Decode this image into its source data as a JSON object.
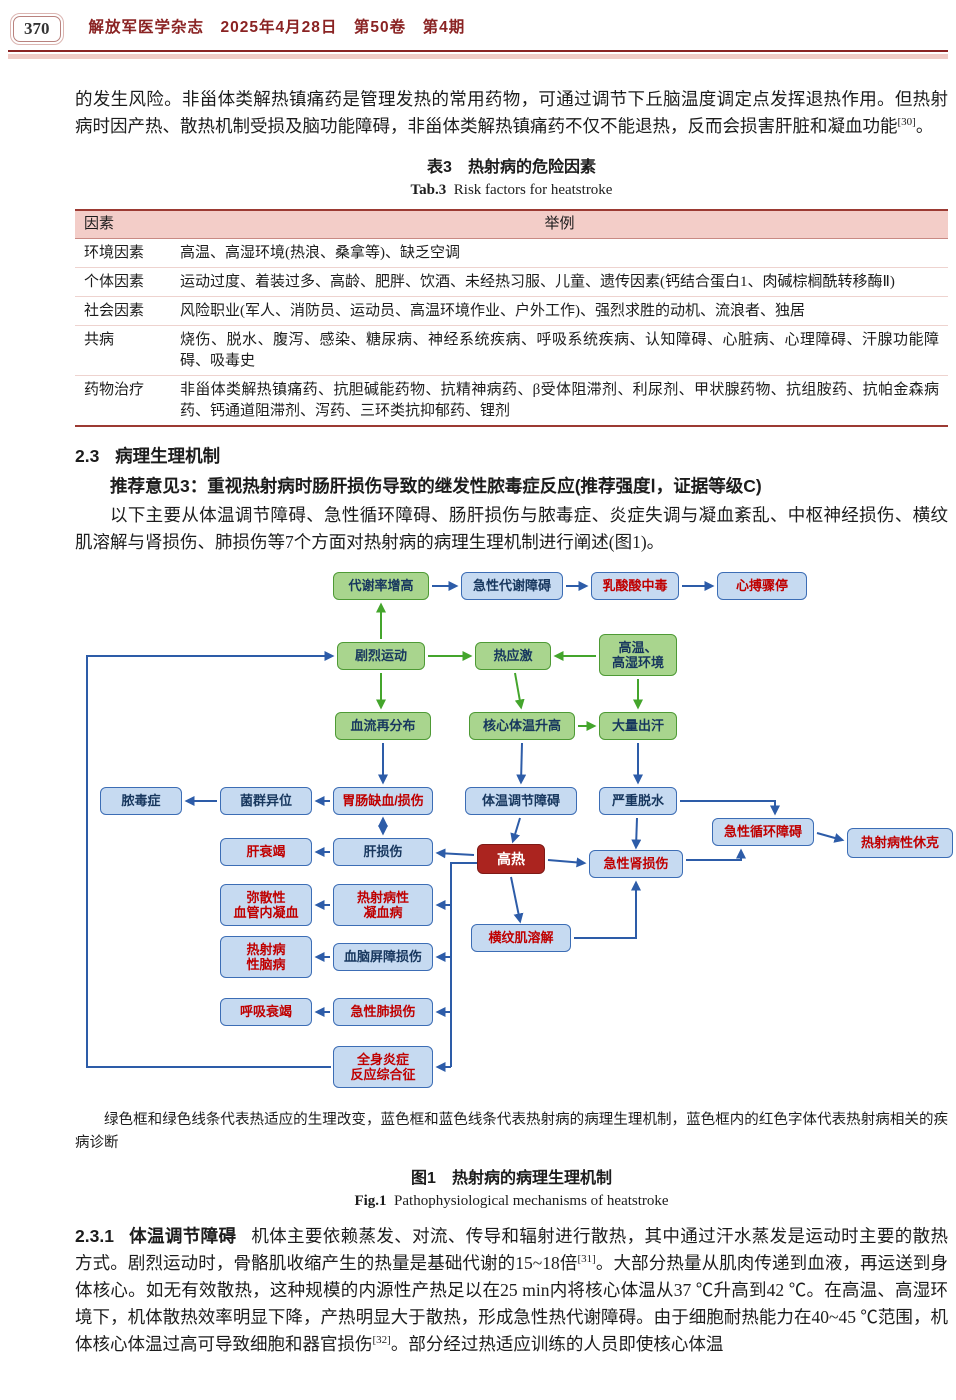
{
  "page": {
    "page_number": "370",
    "journal_header": "解放军医学杂志　2025年4月28日　第50卷　第4期"
  },
  "intro_paragraph": {
    "text_before_ref": "的发生风险。非甾体类解热镇痛药是管理发热的常用药物，可通过调节下丘脑温度调定点发挥退热作用。但热射病时因产热、散热机制受损及脑功能障碍，非甾体类解热镇痛药不仅不能退热，反而会损害肝脏和凝血功能",
    "ref": "[30]",
    "text_after_ref": "。"
  },
  "table": {
    "title_cn": "表3　热射病的危险因素",
    "title_en_label": "Tab.3",
    "title_en": "Risk factors for heatstroke",
    "headers": [
      "因素",
      "举例"
    ],
    "rows": [
      {
        "factor": "环境因素",
        "examples": "高温、高湿环境(热浪、桑拿等)、缺乏空调"
      },
      {
        "factor": "个体因素",
        "examples": "运动过度、着装过多、高龄、肥胖、饮酒、未经热习服、儿童、遗传因素(钙结合蛋白1、肉碱棕榈酰转移酶Ⅱ)"
      },
      {
        "factor": "社会因素",
        "examples": "风险职业(军人、消防员、运动员、高温环境作业、户外工作)、强烈求胜的动机、流浪者、独居"
      },
      {
        "factor": "共病",
        "examples": "烧伤、脱水、腹泻、感染、糖尿病、神经系统疾病、呼吸系统疾病、认知障碍、心脏病、心理障碍、汗腺功能障碍、吸毒史"
      },
      {
        "factor": "药物治疗",
        "examples": "非甾体类解热镇痛药、抗胆碱能药物、抗精神病药、β受体阻滞剂、利尿剂、甲状腺药物、抗组胺药、抗帕金森病药、钙通道阻滞剂、泻药、三环类抗抑郁药、锂剂"
      }
    ]
  },
  "section_2_3": {
    "number": "2.3",
    "title": "病理生理机制",
    "recommendation_label": "推荐意见3：",
    "recommendation_text": "重视热射病时肠肝损伤导致的继发性脓毒症反应(推荐强度Ⅰ，证据等级C)",
    "overview_text": "以下主要从体温调节障碍、急性循环障碍、肠肝损伤与脓毒症、炎症失调与凝血紊乱、中枢神经损伤、横纹肌溶解与肾损伤、肺损伤等7个方面对热射病的病理生理机制进行阐述(图1)。"
  },
  "figure": {
    "note": "绿色框和绿色线条代表热适应的生理改变，蓝色框和蓝色线条代表热射病的病理生理机制，蓝色框内的红色字体代表热射病相关的疾病诊断",
    "caption_cn": "图1　热射病的病理生理机制",
    "caption_en_label": "Fig.1",
    "caption_en": "Pathophysiological mechanisms of heatstroke",
    "colors": {
      "green_fill": "#a9d58e",
      "green_border": "#4e9a35",
      "arrow_green": "#44a52c",
      "blue_fill": "#c6daf1",
      "blue_border": "#3c6db5",
      "arrow_blue": "#2d5ca8",
      "diagnosis_red_text": "#c00000",
      "hyperthermia_fill": "#ab241f",
      "node_text_navy": "#17375e"
    },
    "nodes": {
      "metab_rate": "代谢率增高",
      "acute_metab_disorder": "急性代谢障碍",
      "lactic_acidosis": "乳酸酸中毒",
      "cardiac_arrest": "心搏骤停",
      "exercise": "剧烈运动",
      "heat_stress": "热应激",
      "hot_env": "高温、\n高湿环境",
      "blood_redistribution": "血流再分布",
      "core_temp_rise": "核心体温升高",
      "sweating": "大量出汗",
      "sepsis": "脓毒症",
      "bacterial_translocation": "菌群异位",
      "gi_ischemia_injury": "胃肠缺血/损伤",
      "thermoregulation_disorder": "体温调节障碍",
      "severe_dehydration": "严重脱水",
      "acute_circulatory_failure": "急性循环障碍",
      "heatstroke_shock": "热射病性休克",
      "liver_failure": "肝衰竭",
      "liver_injury": "肝损伤",
      "hyperthermia": "高热",
      "acute_kidney_injury": "急性肾损伤",
      "dic": "弥散性\n血管内凝血",
      "heatstroke_coagulopathy": "热射病性\n凝血病",
      "rhabdomyolysis": "横纹肌溶解",
      "heatstroke_encephalopathy": "热射病\n性脑病",
      "bbb_injury": "血脑屏障损伤",
      "respiratory_failure": "呼吸衰竭",
      "acute_lung_injury": "急性肺损伤",
      "sirs": "全身炎症\n反应综合征"
    }
  },
  "section_2_3_1": {
    "number": "2.3.1",
    "title": "体温调节障碍",
    "text_1": "机体主要依赖蒸发、对流、传导和辐射进行散热，其中通过汗水蒸发是运动时主要的散热方式。剧烈运动时，骨骼肌收缩产生的热量是基础代谢的15~18倍",
    "ref_1": "[31]",
    "text_2": "。大部分热量从肌肉传递到血液，再运送到身体核心。如无有效散热，这种规模的内源性产热足以在25 min内将核心体温从37 ℃升高到42 ℃。在高温、高湿环境下，机体散热效率明显下降，产热明显大于散热，形成急性热代谢障碍。由于细胞耐热能力在40~45 ℃范围，机体核心体温过高可导致细胞和器官损伤",
    "ref_2": "[32]",
    "text_3": "。部分经过热适应训练的人员即使核心体温"
  }
}
